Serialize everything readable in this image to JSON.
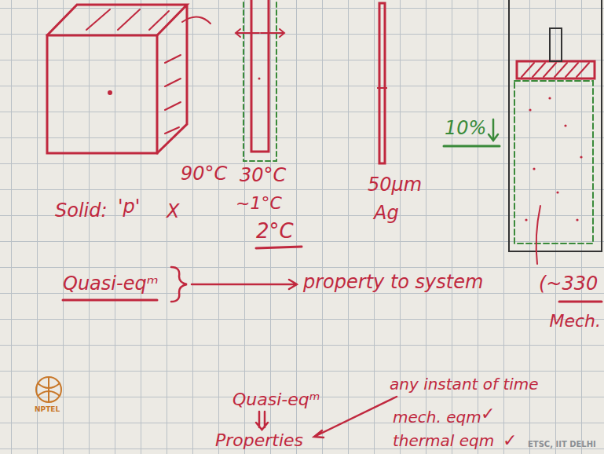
{
  "diagram": {
    "labels": [
      "90°C",
      "30°C",
      "~1°C",
      "2°C",
      "50μm",
      "Ag",
      "10%",
      "Solid:",
      "'p'",
      "X",
      "Quasi-eqᵐ",
      "property to system",
      "(~330",
      "Mech.",
      "any instant of time",
      "Quasi-eqᵐ",
      "Properties",
      "mech. eqm",
      "✓",
      "thermal eqm",
      "✓",
      "ETSC, IIT DELHI",
      "NPTEL"
    ]
  }
}
